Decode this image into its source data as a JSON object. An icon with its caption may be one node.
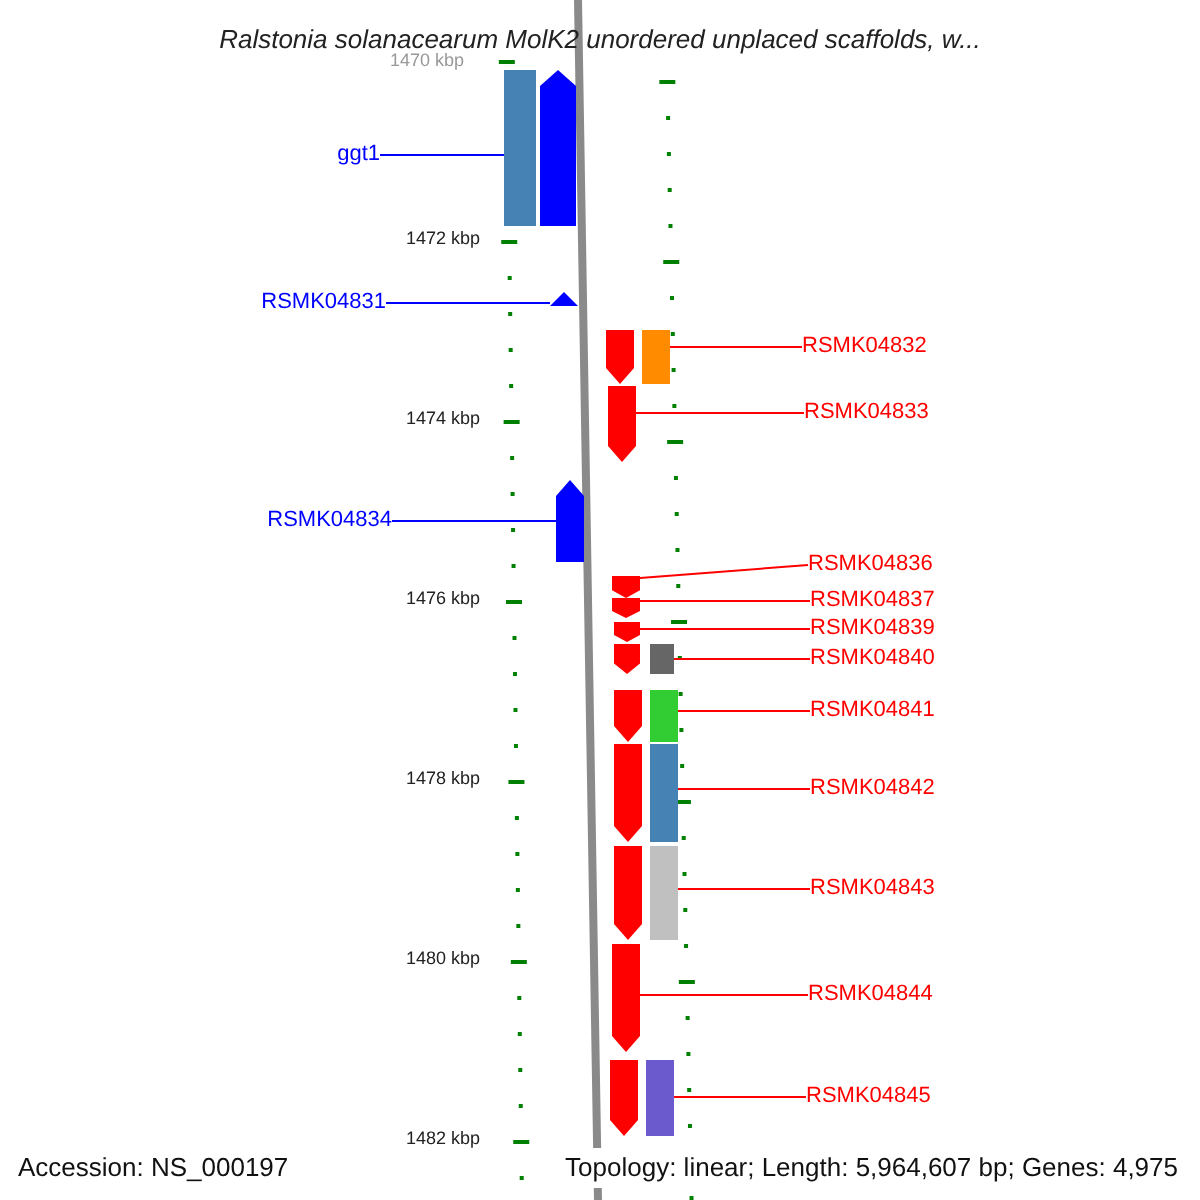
{
  "diagram": {
    "title": "Ralstonia solanacearum MolK2 unordered unplaced scaffolds, w...",
    "nodes": [
      {
        "text": [
          "ggt1"
        ]
      },
      {
        "text": [],
        "shape": "box"
      },
      {
        "text": [],
        "shape": "pentagon"
      },
      {
        "text": [
          "RSMK04831"
        ]
      },
      {
        "text": [],
        "shape": "triangle"
      },
      {
        "text": [
          "RSMK04834"
        ]
      },
      {
        "text": [],
        "shape": "pentagon"
      },
      {
        "text": [
          "RSMK04832"
        ]
      },
      {
        "text": [],
        "shape": "pentagon"
      },
      {
        "text": [],
        "shape": "box"
      },
      {
        "text": [
          "RSMK04833"
        ]
      },
      {
        "text": [],
        "shape": "pentagon"
      },
      {
        "text": [
          "RSMK04836"
        ]
      },
      {
        "text": [],
        "shape": "pentagon"
      },
      {
        "text": [
          "RSMK04837"
        ]
      },
      {
        "text": [],
        "shape": "pentagon"
      },
      {
        "text": [
          "RSMK04839"
        ]
      },
      {
        "text": [],
        "shape": "pentagon"
      },
      {
        "text": [
          "RSMK04840"
        ]
      },
      {
        "text": [],
        "shape": "pentagon"
      },
      {
        "text": [],
        "shape": "box"
      },
      {
        "text": [
          "RSMK04841"
        ]
      },
      {
        "text": [],
        "shape": "pentagon"
      },
      {
        "text": [],
        "shape": "box"
      },
      {
        "text": [
          "RSMK04842"
        ]
      },
      {
        "text": [],
        "shape": "pentagon"
      },
      {
        "text": [],
        "shape": "box"
      },
      {
        "text": [
          "RSMK04843"
        ]
      },
      {
        "text": [],
        "shape": "pentagon"
      },
      {
        "text": [],
        "shape": "box"
      },
      {
        "text": [
          "RSMK04844"
        ]
      },
      {
        "text": [],
        "shape": "pentagon"
      },
      {
        "text": [
          "RSMK04845"
        ]
      },
      {
        "text": [],
        "shape": "pentagon"
      },
      {
        "text": [],
        "shape": "box"
      }
    ],
    "edges": [
      {
        "from": 0,
        "to": 1,
        "arrow": "none",
        "color": "#0000ff"
      },
      {
        "from": 3,
        "to": 4,
        "arrow": "none",
        "color": "#0000ff"
      },
      {
        "from": 5,
        "to": 6,
        "arrow": "none",
        "color": "#0000ff"
      },
      {
        "from": 7,
        "to": 9,
        "arrow": "none"
      },
      {
        "from": 10,
        "to": 11,
        "arrow": "none"
      },
      {
        "from": 12,
        "to": 13,
        "arrow": "none"
      },
      {
        "from": 14,
        "to": 15,
        "arrow": "none"
      },
      {
        "from": 16,
        "to": 17,
        "arrow": "none"
      },
      {
        "from": 18,
        "to": 20,
        "arrow": "none"
      },
      {
        "from": 21,
        "to": 23,
        "arrow": "none"
      },
      {
        "from": 24,
        "to": 26,
        "arrow": "none"
      },
      {
        "from": 27,
        "to": 29,
        "arrow": "none"
      },
      {
        "from": 30,
        "to": 31,
        "arrow": "none"
      },
      {
        "from": 32,
        "to": 34,
        "arrow": "none"
      }
    ],
    "labels": [
      "1470 kbp",
      "1472 kbp",
      "1474 kbp",
      "1476 kbp",
      "1478 kbp",
      "1480 kbp",
      "1482 kbp",
      "Accession: NS_000197",
      "Topology: linear; Length: 5,964,607 bp; Genes: 4,975"
    ]
  }
}
